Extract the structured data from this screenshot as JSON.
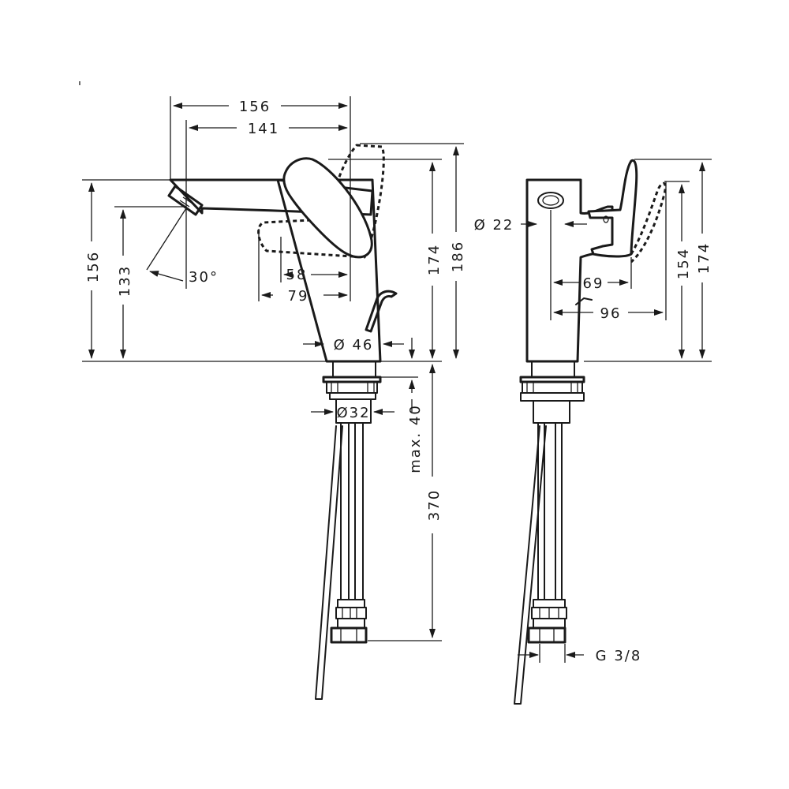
{
  "views": {
    "side": {
      "width_overall": "156",
      "width_spout": "141",
      "height_overall": "156",
      "height_outlet": "133",
      "angle": "30°",
      "handle_58": "58",
      "handle_79": "79",
      "body_diameter": "Ø 46",
      "height_174": "174",
      "height_186": "186",
      "shank_diameter": "Ø32",
      "max_thickness": "max. 40",
      "hose_length": "370"
    },
    "front": {
      "aerator_diameter": "Ø 22",
      "handle_69": "69",
      "handle_96": "96",
      "height_154": "154",
      "height_174": "174",
      "thread": "G 3/8"
    }
  }
}
